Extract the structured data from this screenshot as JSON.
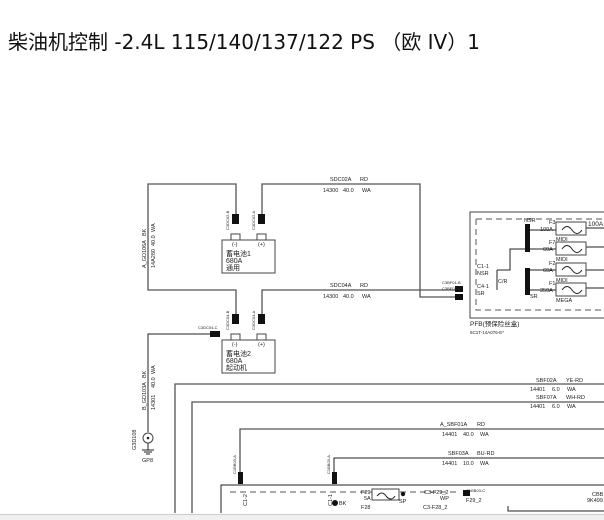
{
  "title": "柴油机控制 -2.4L 115/140/137/122 PS （欧 IV）1",
  "wires": {
    "sdc02a": {
      "name": "SDC02A",
      "color": "RD",
      "circuit": "14300",
      "size": "40.0",
      "type": "WA"
    },
    "sdc04a": {
      "name": "SDC04A",
      "color": "RD",
      "circuit": "14300",
      "size": "40.0",
      "type": "WA"
    },
    "agd106a": {
      "name": "A_GD106A",
      "color": "BK",
      "circuit": "14A280",
      "size": "40.0",
      "type": "WA"
    },
    "bgd103a": {
      "name": "B_GD103A",
      "color": "BK",
      "circuit": "14301",
      "size": "40.0",
      "type": "WA"
    },
    "sbf02a": {
      "name": "SBF02A",
      "color": "YE-RD",
      "circuit": "14401",
      "size": "6.0",
      "type": "WA"
    },
    "sbf07a": {
      "name": "SBF07A",
      "color": "WH-RD",
      "circuit": "14401",
      "size": "6.0",
      "type": "WA"
    },
    "asbf01a": {
      "name": "A_SBF01A",
      "color": "RD",
      "circuit": "14401",
      "size": "40.0",
      "type": "WA"
    },
    "sbf03a": {
      "name": "SBF03A",
      "color": "BU-RD",
      "circuit": "14401",
      "size": "10.0",
      "type": "WA"
    }
  },
  "battery1": {
    "name": "蓄电池1",
    "rating": "680A",
    "use": "通用",
    "neg": "(-)",
    "pos": "(+)",
    "conn_neg": "C3DC02-B",
    "conn_pos": "C3DC02-A"
  },
  "battery2": {
    "name": "蓄电池2",
    "rating": "680A",
    "use": "起动机",
    "neg": "(-)",
    "pos": "(+)",
    "conn_neg": "C3DC04-B",
    "conn_pos": "C3DC04-A",
    "conn_c": "C3DC04-C"
  },
  "ground": {
    "connector": "G3D108",
    "point": "GP8"
  },
  "pfb": {
    "name": "PFB(预保险丝盒)",
    "part": "6C1T-14A076-E*",
    "c1": "C1-1",
    "nsr": "NSR",
    "c4": "C4-1",
    "sr": "SR",
    "cr": "C/R",
    "conn1": "C3BF01-A",
    "conn2": "C3BF01-B",
    "bus_nsr": "NSR",
    "bus_sr": "SR",
    "fuses": [
      {
        "id": "F3",
        "amp": "100A",
        "type": "MIDI"
      },
      {
        "id": "F7",
        "amp": "60A",
        "type": "MIDI"
      },
      {
        "id": "F2",
        "amp": "60A",
        "type": "MIDI"
      },
      {
        "id": "F1",
        "amp": "350A",
        "type": "MEGA"
      }
    ],
    "out_f3": "100A"
  },
  "bottom": {
    "conn1": "C1BB03-A",
    "conn2": "C1BB03-A",
    "c12": "C1-2",
    "c11": "C1-1",
    "bk": "BK",
    "f29": "F29",
    "f29amp": "5A",
    "f28": "F28",
    "sp": "SP",
    "label1": "C3-F29_2",
    "label2": "C3-F28_2",
    "wp": "WP",
    "f292": "F29_2",
    "conn3": "C1BB03-C",
    "cbb": "CBB",
    "cbbnum": "9K499"
  }
}
